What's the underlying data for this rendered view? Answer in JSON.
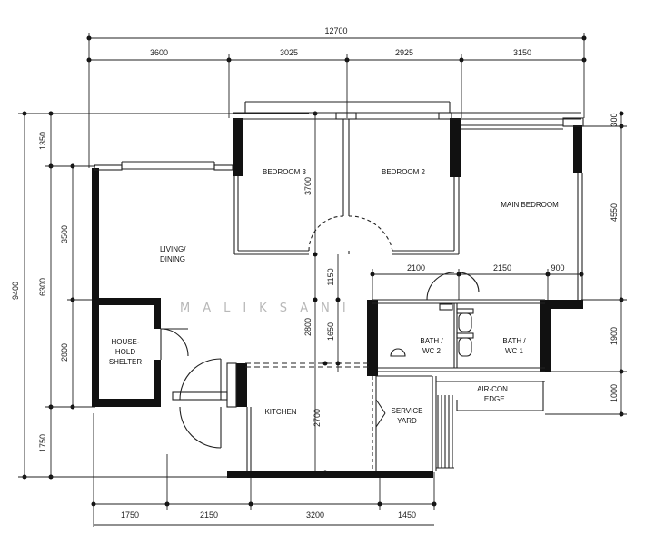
{
  "dimensions": {
    "top_total": "12700",
    "top_segments": [
      "3600",
      "3025",
      "2925",
      "3150"
    ],
    "left_total": "9400",
    "left_mid": [
      "1350",
      "6300",
      "1750"
    ],
    "left_inner": [
      "3500",
      "2800"
    ],
    "bottom_segments": [
      "1750",
      "2150",
      "3200",
      "1450"
    ],
    "right_segments": [
      "300",
      "4550",
      "1900",
      "1000"
    ],
    "interior": {
      "bedroom3_depth": "3700",
      "corridor_left": "2100",
      "corridor_mid": "2150",
      "corridor_right": "900",
      "lobby_a": "1150",
      "lobby_b": "1650",
      "living_depth": "2800",
      "kitchen_depth": "2700"
    }
  },
  "rooms": {
    "bedroom3": "BEDROOM 3",
    "bedroom2": "BEDROOM 2",
    "main_bedroom": "MAIN BEDROOM",
    "living_1": "LIVING/",
    "living_2": "DINING",
    "shelter_1": "HOUSE-",
    "shelter_2": "HOLD",
    "shelter_3": "SHELTER",
    "bath2_1": "BATH /",
    "bath2_2": "WC 2",
    "bath1_1": "BATH /",
    "bath1_2": "WC 1",
    "service_1": "SERVICE",
    "service_2": "YARD",
    "kitchen": "KITCHEN",
    "aircon_1": "AIR-CON",
    "aircon_2": "LEDGE"
  },
  "watermark": "MALIKSANI"
}
